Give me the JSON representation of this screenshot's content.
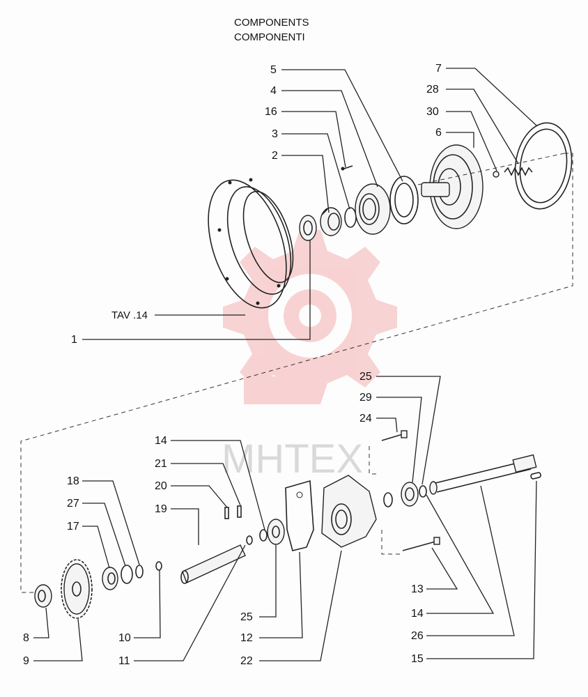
{
  "title": {
    "line1": "COMPONENTS",
    "line2": "COMPONENTI"
  },
  "reference": "TAV .14",
  "watermark": {
    "text": "MHTEX",
    "color": "#f08080"
  },
  "callouts": {
    "c1": "1",
    "c2": "2",
    "c3": "3",
    "c4": "4",
    "c5": "5",
    "c6": "6",
    "c7": "7",
    "c8": "8",
    "c9": "9",
    "c10": "10",
    "c11": "11",
    "c12": "12",
    "c13": "13",
    "c14a": "14",
    "c14b": "14",
    "c15": "15",
    "c16": "16",
    "c17": "17",
    "c18": "18",
    "c19": "19",
    "c20": "20",
    "c21": "21",
    "c22": "22",
    "c24": "24",
    "c25a": "25",
    "c25b": "25",
    "c26": "26",
    "c27": "27",
    "c28": "28",
    "c29": "29",
    "c30": "30"
  }
}
